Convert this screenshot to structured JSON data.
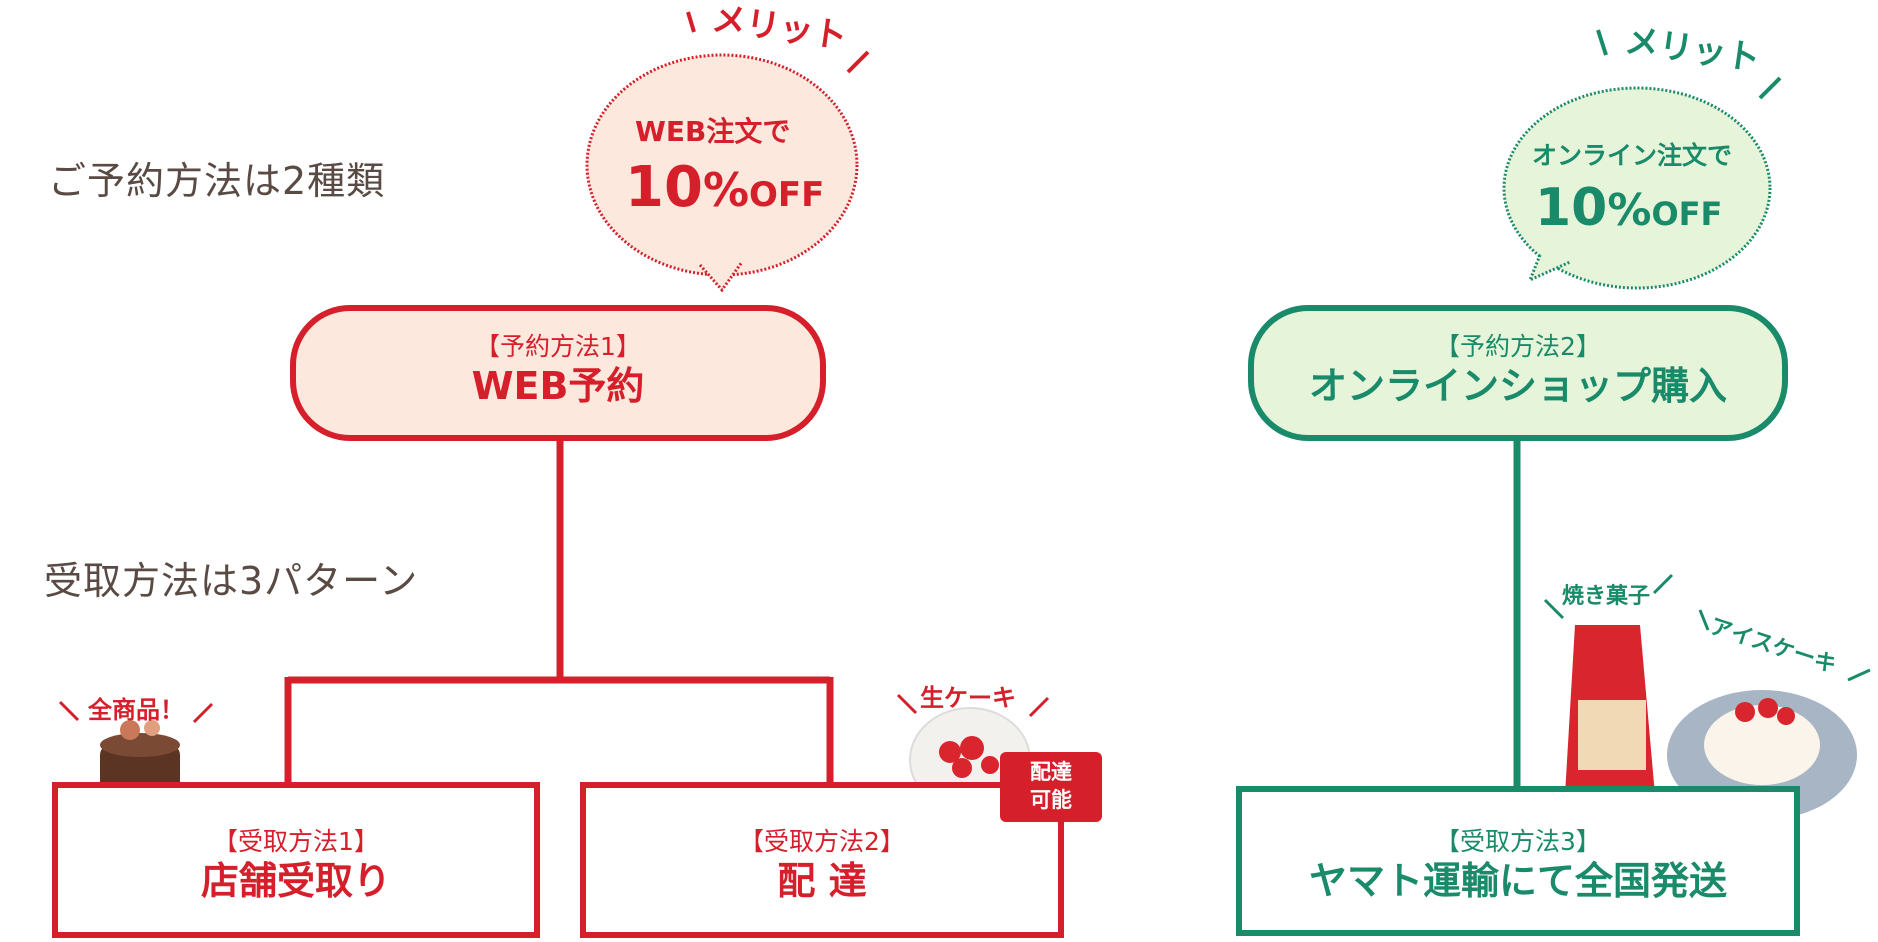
{
  "headings": {
    "reservation_types": "ご予約方法は2種類",
    "pickup_patterns": "受取方法は3パターン"
  },
  "merit_left": {
    "title": "メリット",
    "line1": "WEB注文で",
    "num": "10",
    "pct": "%",
    "off": "OFF"
  },
  "merit_right": {
    "title": "メリット",
    "line1": "オンライン注文で",
    "num": "10",
    "pct": "%",
    "off": "OFF"
  },
  "reserve1": {
    "label": "【予約方法1】",
    "title": "WEB予約"
  },
  "reserve2": {
    "label": "【予約方法2】",
    "title": "オンラインショップ購入"
  },
  "pickup1": {
    "label": "【受取方法1】",
    "title": "店舗受取り",
    "tag": "全商品！"
  },
  "pickup2": {
    "label": "【受取方法2】",
    "title": "配 達",
    "tag": "生ケーキ",
    "truck_line1": "配達",
    "truck_line2": "可能"
  },
  "pickup3": {
    "label": "【受取方法3】",
    "title": "ヤマト運輸にて全国発送",
    "tag_a": "焼き菓子",
    "tag_b": "アイスケーキ"
  },
  "colors": {
    "red": "#d51f2b",
    "green": "#1a8b6a",
    "red_fill": "#fde8de",
    "green_fill": "#e6f4d9"
  }
}
